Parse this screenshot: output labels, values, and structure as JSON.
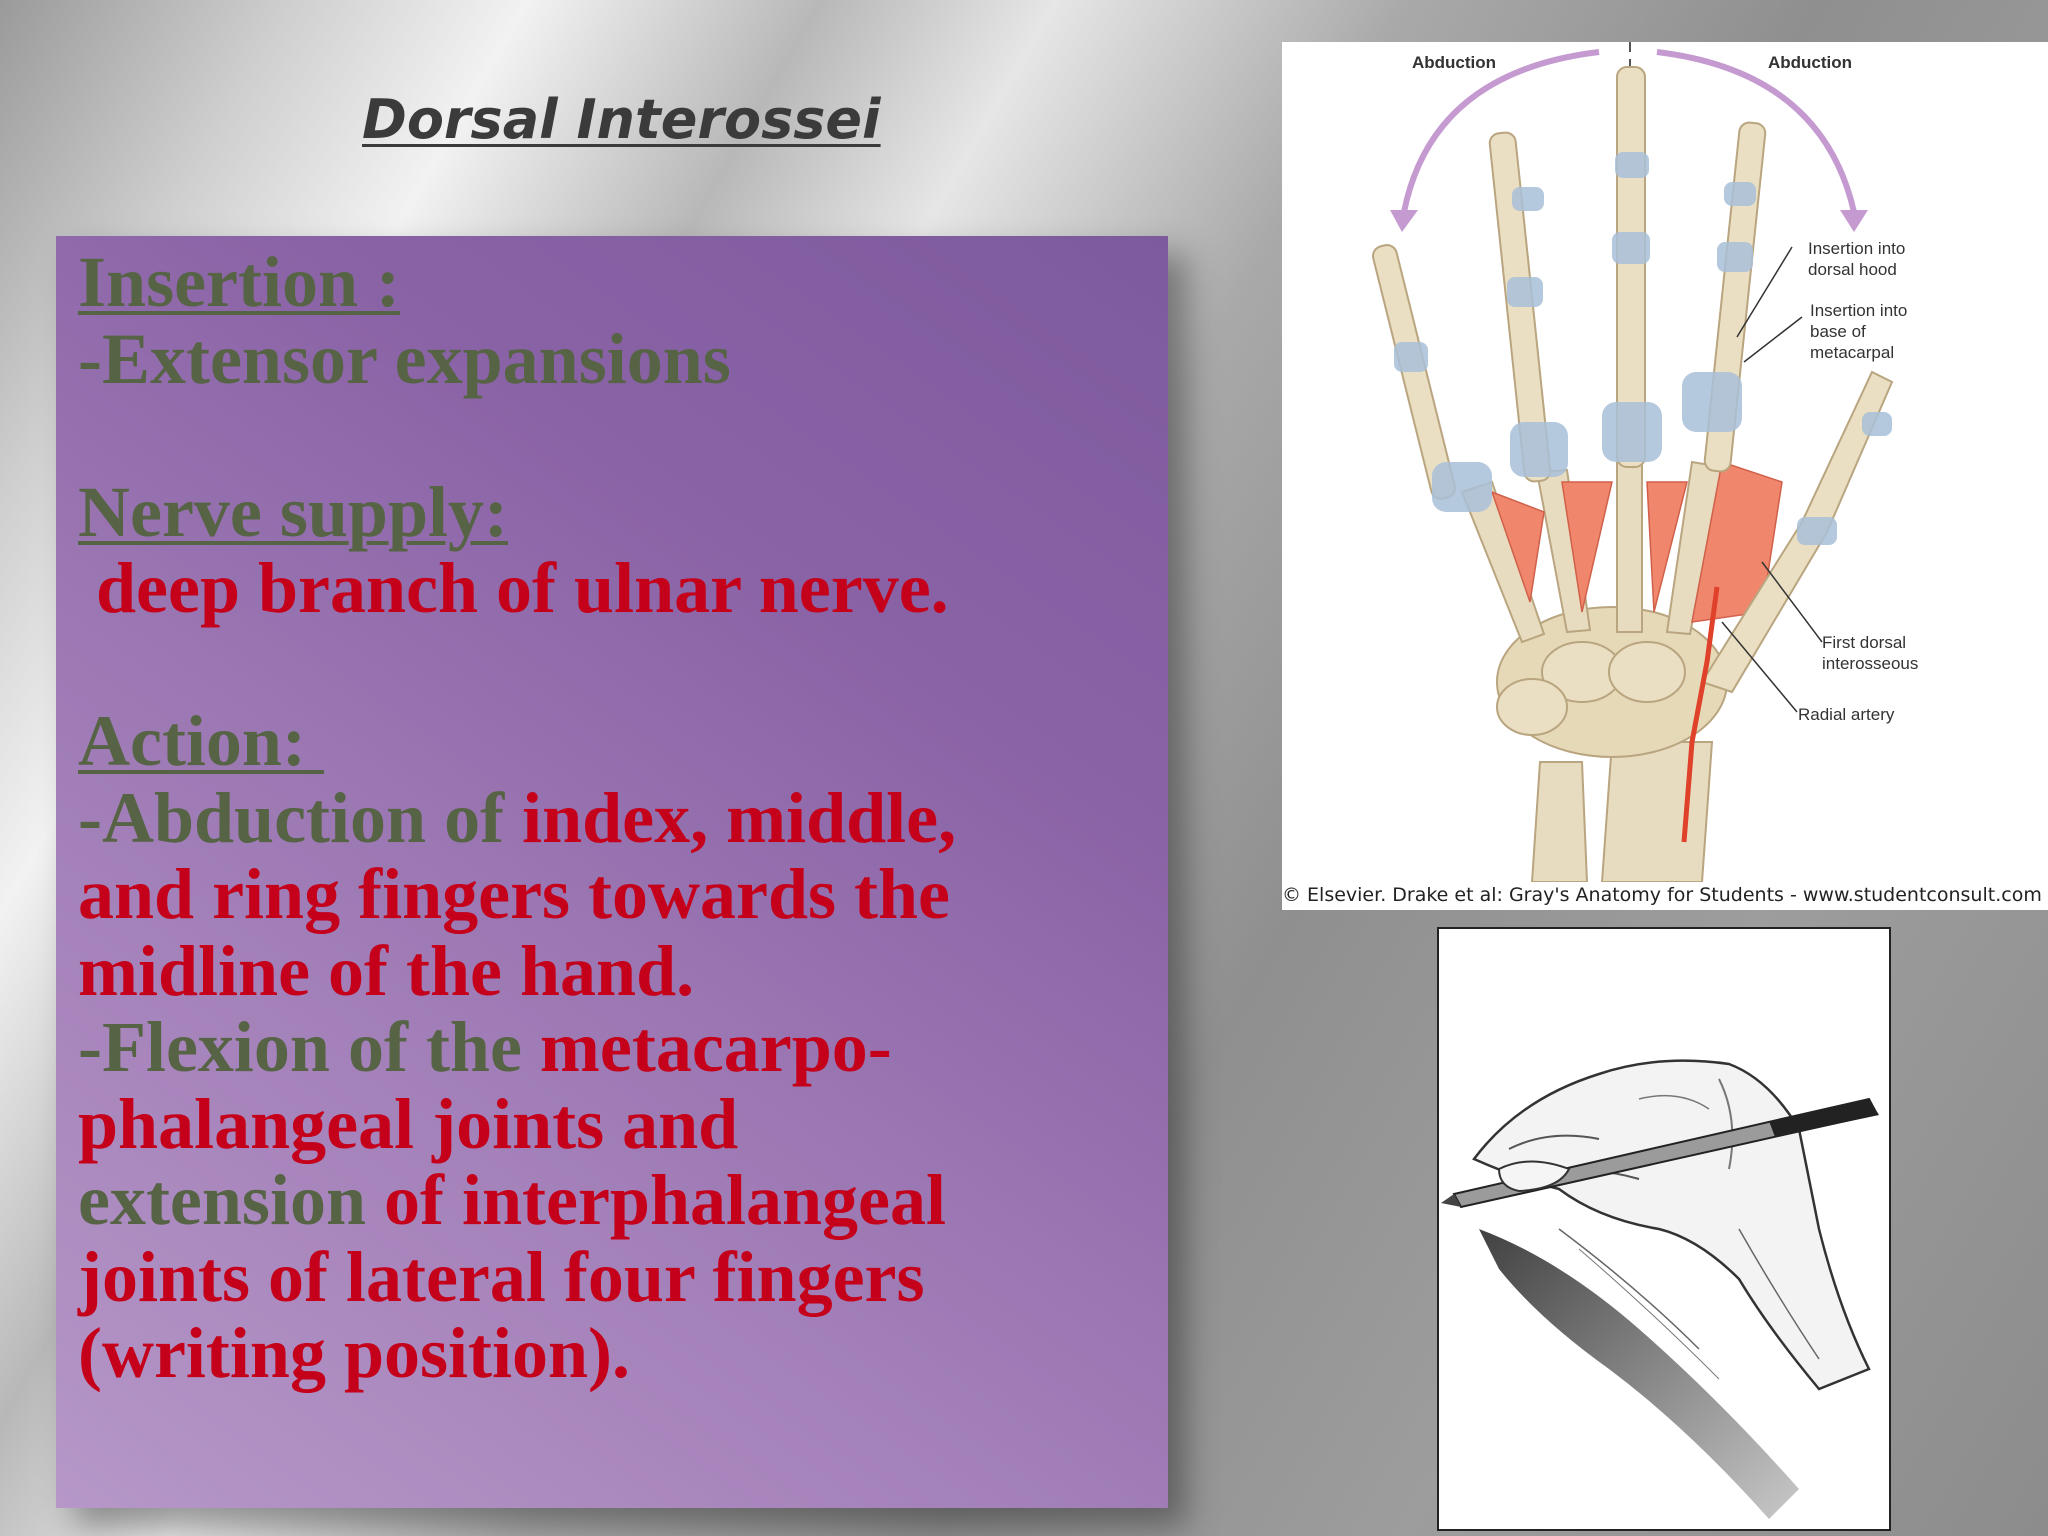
{
  "slide": {
    "title": "Dorsal Interossei"
  },
  "content": {
    "insertion_heading": "Insertion :",
    "insertion_text": "-Extensor expansions",
    "nerve_heading": "Nerve supply:",
    "nerve_text": " deep branch of ulnar nerve.",
    "action_heading": "Action: ",
    "action_1a": "-Abduction of ",
    "action_1b": "index, middle,",
    "action_2": "and ring fingers towards the",
    "action_3": "midline of the hand.",
    "action_4a": "-Flexion of the ",
    "action_4b": "metacarpo-",
    "action_5": "phalangeal joints and",
    "action_6a": "extension ",
    "action_6b": "of interphalangeal",
    "action_7": "joints of lateral four fingers",
    "action_8": "(writing position)."
  },
  "figure": {
    "label_abduction_left": "Abduction",
    "label_abduction_right": "Abduction",
    "label_dorsal_hood_1": "Insertion into",
    "label_dorsal_hood_2": "dorsal hood",
    "label_metacarpal_1": "Insertion into",
    "label_metacarpal_2": "base of",
    "label_metacarpal_3": "metacarpal",
    "label_first_dorsal_1": "First dorsal",
    "label_first_dorsal_2": "interosseous",
    "label_radial_artery": "Radial artery",
    "credit": "© Elsevier. Drake et al: Gray's Anatomy for Students - www.studentconsult.com"
  },
  "colors": {
    "heading_green": "#566445",
    "emphasis_red": "#c4001a",
    "box_purple": "#8a63a6"
  }
}
